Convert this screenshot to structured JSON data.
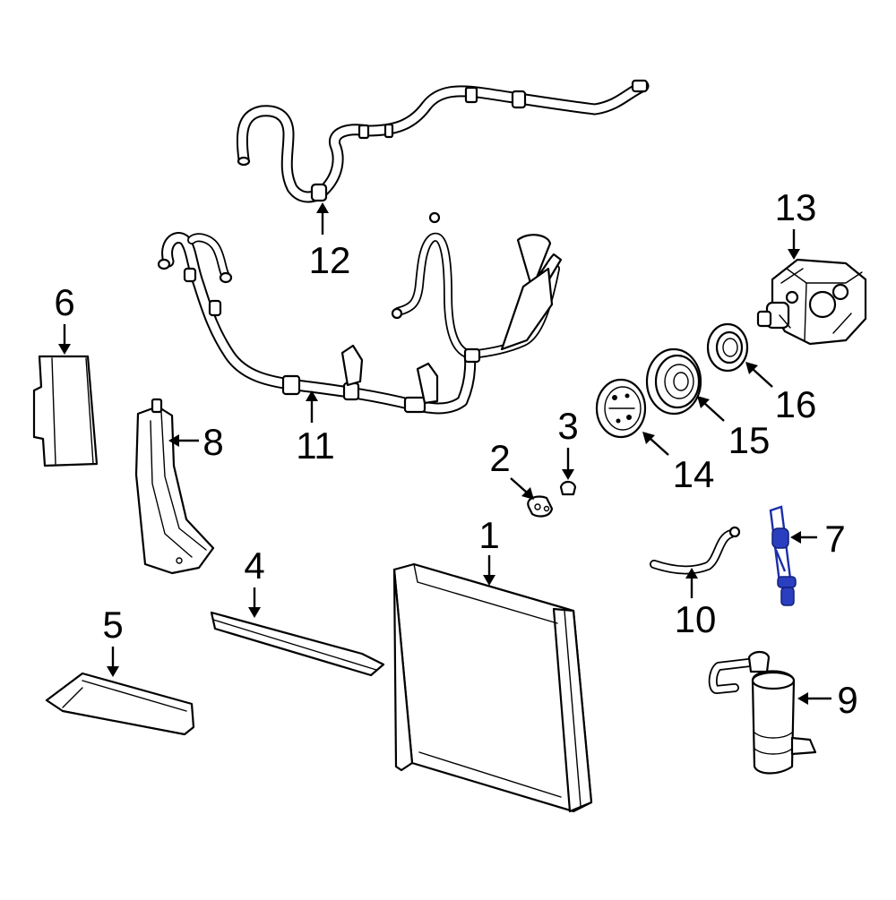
{
  "diagram": {
    "callouts": [
      {
        "id": "1",
        "label": "1"
      },
      {
        "id": "2",
        "label": "2"
      },
      {
        "id": "3",
        "label": "3"
      },
      {
        "id": "4",
        "label": "4"
      },
      {
        "id": "5",
        "label": "5"
      },
      {
        "id": "6",
        "label": "6"
      },
      {
        "id": "7",
        "label": "7"
      },
      {
        "id": "8",
        "label": "8"
      },
      {
        "id": "9",
        "label": "9"
      },
      {
        "id": "10",
        "label": "10"
      },
      {
        "id": "11",
        "label": "11"
      },
      {
        "id": "12",
        "label": "12"
      },
      {
        "id": "13",
        "label": "13"
      },
      {
        "id": "14",
        "label": "14"
      },
      {
        "id": "15",
        "label": "15"
      },
      {
        "id": "16",
        "label": "16"
      }
    ],
    "highlight_part": "7",
    "colors": {
      "line": "#000000",
      "background": "#ffffff",
      "highlight": "#2a3fbf"
    }
  }
}
